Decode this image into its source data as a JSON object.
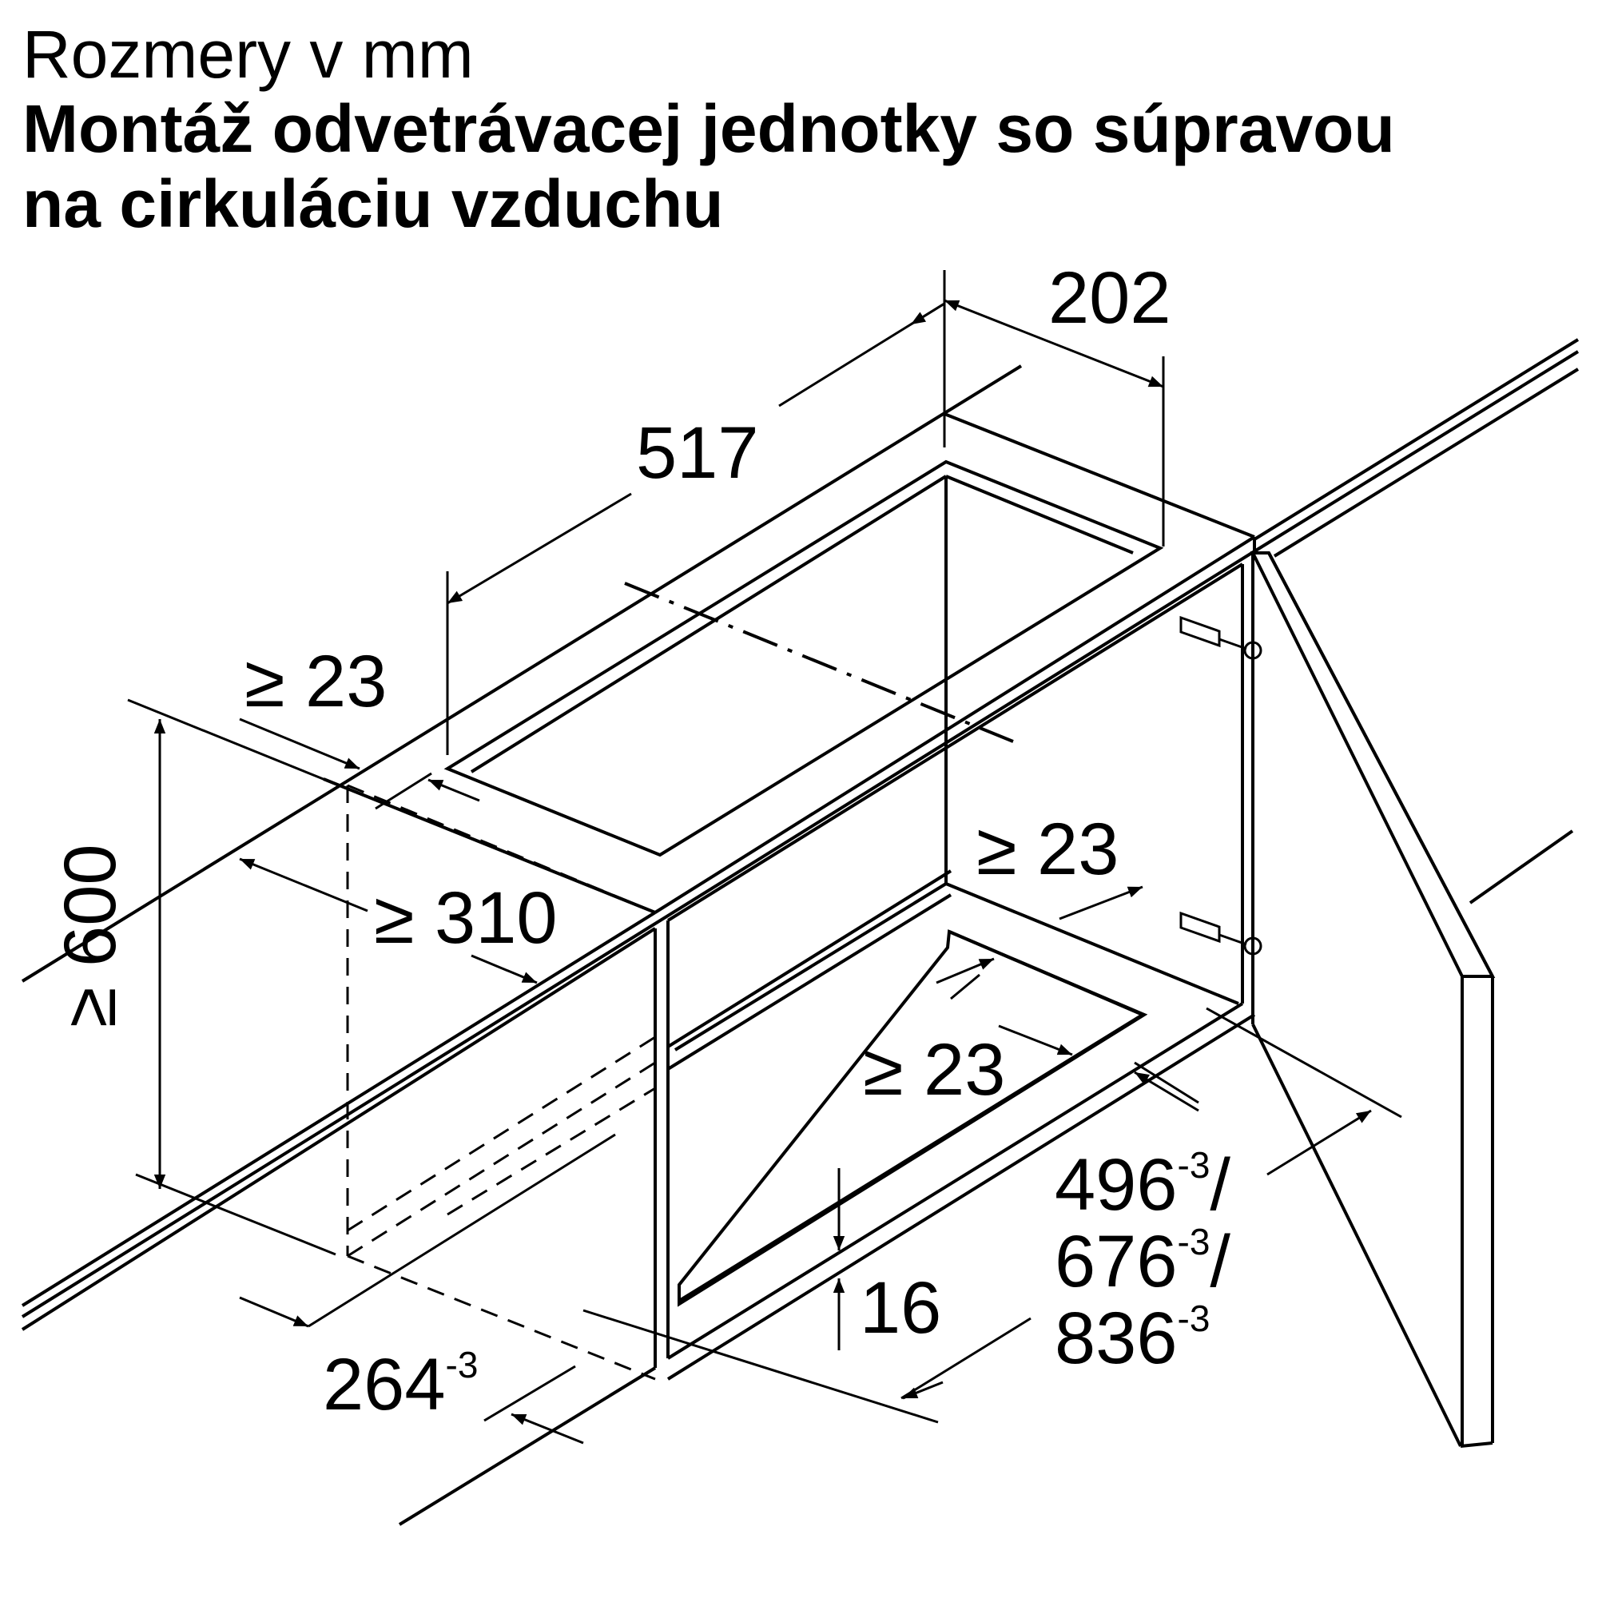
{
  "title": {
    "line1": "Rozmery v mm",
    "line2": "Montáž odvetrávacej jednotky so súpravou",
    "line3": "na cirkuláciu vzduchu"
  },
  "dimensions": {
    "d202": "202",
    "d517": "517",
    "min23_top": "≥ 23",
    "min23_right": "≥ 23",
    "min23_bottom": "≥ 23",
    "min310": "≥ 310",
    "min600": "≥ 600",
    "d264": "264",
    "d264_sup": "-3",
    "d16": "16",
    "w496": "496",
    "w676": "676",
    "w836": "836",
    "tol": "-3",
    "slash": "/"
  }
}
